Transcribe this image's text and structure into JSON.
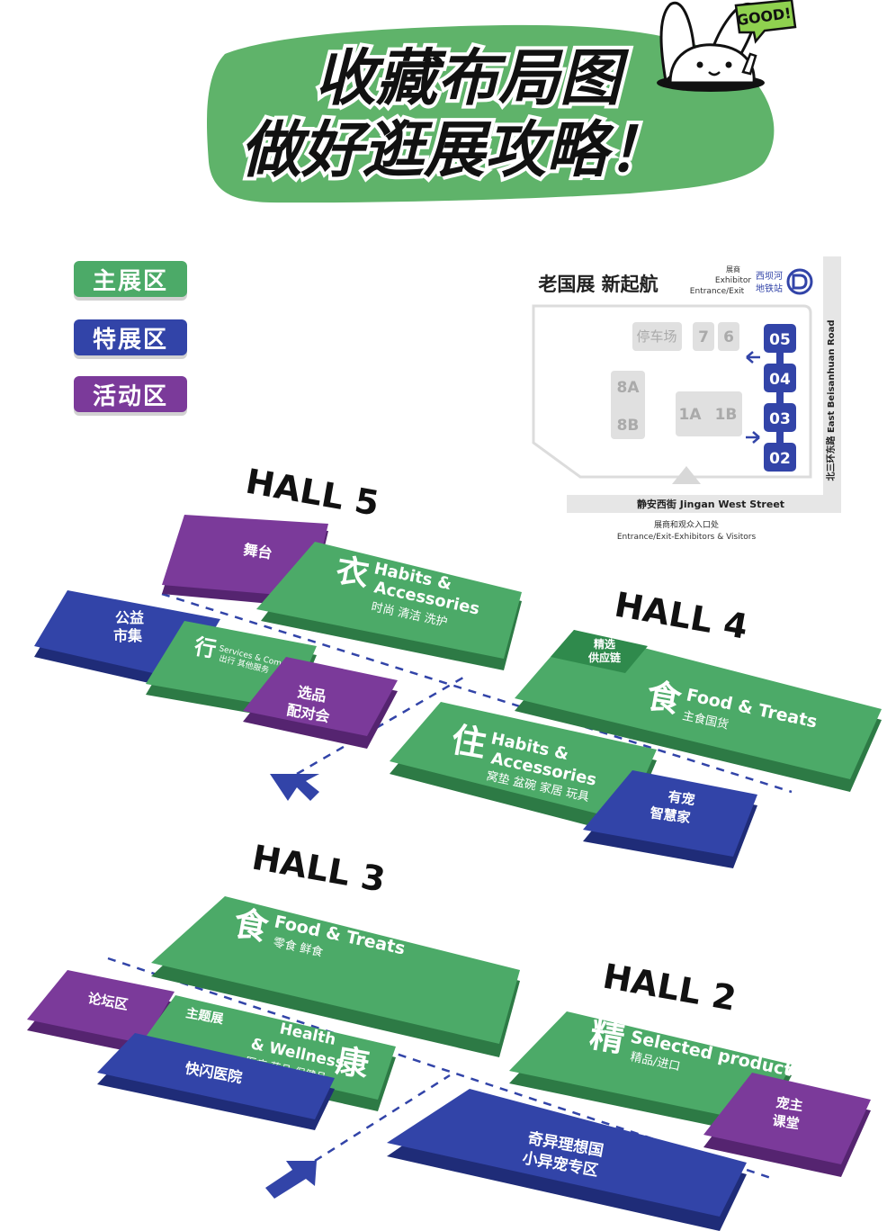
{
  "header": {
    "title_line1": "收藏布局图",
    "title_line2": "做好逛展攻略！",
    "badge": "GOOD!"
  },
  "colors": {
    "main": "#4caa68",
    "main_dark": "#2d7a45",
    "special": "#3244a8",
    "special_dark": "#1f2c78",
    "activity": "#7b3a9a",
    "activity_dark": "#552470",
    "header_green": "#5fb36a"
  },
  "legend": [
    {
      "label": "主展区",
      "color": "#4caa68"
    },
    {
      "label": "特展区",
      "color": "#3244a8"
    },
    {
      "label": "活动区",
      "color": "#7b3a9a"
    }
  ],
  "venue_map": {
    "title": "老国展 新起航",
    "exhibitor_line1": "展商",
    "exhibitor_line2": "Exhibitor",
    "exhibitor_line3": "Entrance/Exit",
    "metro_line1": "西坝河",
    "metro_line2": "地铁站",
    "parking": "停车场",
    "hall_7": "7",
    "hall_6": "6",
    "hall_8a": "8A",
    "hall_8b": "8B",
    "hall_1a": "1A",
    "hall_1b": "1B",
    "hall_05": "05",
    "hall_04": "04",
    "hall_03": "03",
    "hall_02": "02",
    "east_road": "北三环东路 East Beisanhuan Road",
    "west_street": "静安西街 Jingan West Street",
    "main_entrance_line1": "展商和观众入口处",
    "main_entrance_line2": "Entrance/Exit-Exhibitors & Visitors"
  },
  "halls": {
    "hall5": {
      "label": "HALL 5",
      "stage": "舞台",
      "clothing_char": "衣",
      "clothing_en_1": "Habits &",
      "clothing_en_2": "Accessories",
      "clothing_cn": "时尚 清洁 洗护",
      "charity_1": "公益",
      "charity_2": "市集",
      "travel_char": "行",
      "travel_en": "Services & Community",
      "travel_cn": "出行 其他服务",
      "match_1": "选品",
      "match_2": "配对会"
    },
    "hall4": {
      "label": "HALL 4",
      "supply_1": "精选",
      "supply_2": "供应链",
      "food_char": "食",
      "food_en": "Food & Treats",
      "food_cn": "主食国货",
      "home_char": "住",
      "home_en_1": "Habits &",
      "home_en_2": "Accessories",
      "home_cn": "窝垫 盆碗 家居 玩具",
      "smart_1": "有宠",
      "smart_2": "智慧家"
    },
    "hall3": {
      "label": "HALL 3",
      "food_char": "食",
      "food_en": "Food & Treats",
      "food_cn": "零食 鲜食",
      "forum": "论坛区",
      "theme": "主题展",
      "health_en_1": "Health",
      "health_en_2": "& Wellness",
      "health_cn": "医疗 药品 保健品",
      "health_char": "康",
      "flash": "快闪医院"
    },
    "hall2": {
      "label": "HALL 2",
      "select_char": "精",
      "select_en": "Selected products",
      "select_cn": "精品/进口",
      "owner_1": "宠主",
      "owner_2": "课堂",
      "wonder_1": "奇异理想国",
      "wonder_2": "小异宠专区"
    }
  }
}
